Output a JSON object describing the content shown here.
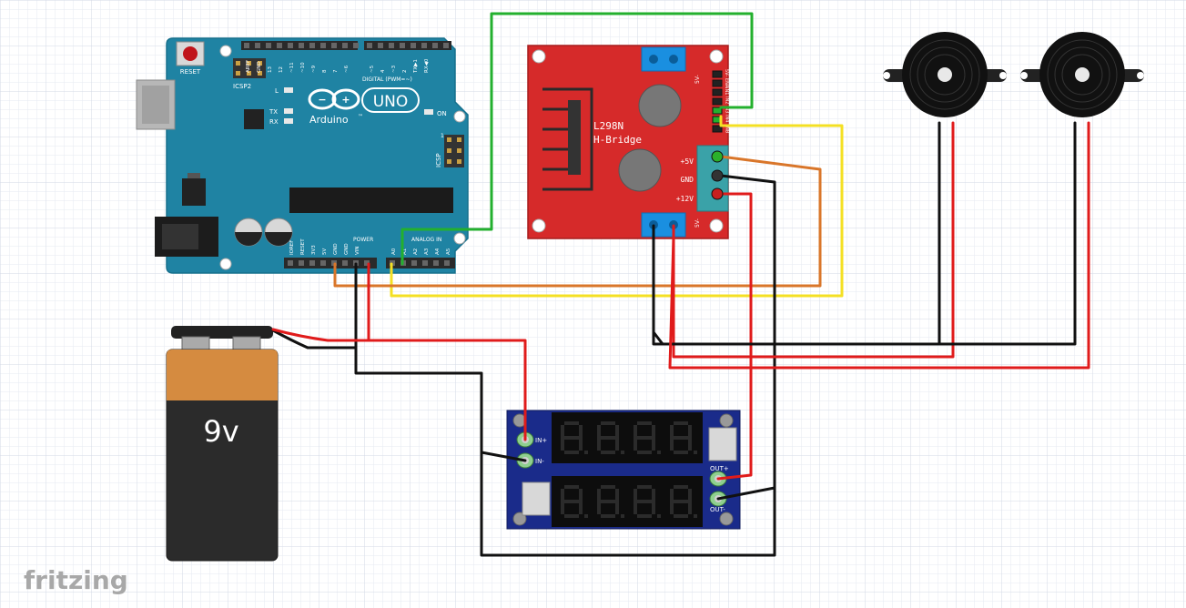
{
  "app": {
    "logo_text": "fritzing"
  },
  "arduino": {
    "reset_label": "RESET",
    "icsp2_label": "ICSP2",
    "icsp_label": "ICSP",
    "brand": "Arduino",
    "brand_mark": "™",
    "model": "UNO",
    "led_l": "L",
    "led_tx": "TX",
    "led_rx": "RX",
    "led_on": "ON",
    "digital_label": "DIGITAL (PWM=~)",
    "digital_pins": [
      "AREF",
      "GND",
      "13",
      "12",
      "~11",
      "~10",
      "~9",
      "8",
      "7",
      "~6",
      "~5",
      "4",
      "~3",
      "2",
      "TX▶1",
      "RX◀0"
    ],
    "power_label": "POWER",
    "analog_label": "ANALOG IN",
    "power_pins": [
      "IOREF",
      "RESET",
      "3V3",
      "5V",
      "GND",
      "GND",
      "VIN"
    ],
    "analog_pins": [
      "A0",
      "A1",
      "A2",
      "A3",
      "A4",
      "A5"
    ],
    "icsp_pin_one": "1"
  },
  "driver": {
    "title_line1": "L298N",
    "title_line2": "H-Bridge",
    "label_5v": "+5V",
    "label_gnd": "GND",
    "label_12v": "+12V",
    "pin_labels": [
      "5V-",
      "ENA",
      "IN1",
      "IN2",
      "IN3",
      "IN4",
      "ENB"
    ],
    "side_label": "5V-"
  },
  "battery": {
    "label": "9v"
  },
  "converter": {
    "in_plus": "IN+",
    "in_minus": "IN-",
    "out_plus": "OUT+",
    "out_minus": "OUT-"
  },
  "colors": {
    "arduino_board": "#1f83a3",
    "driver_board": "#d62a2a",
    "wire_red": "#e01b1b",
    "wire_black": "#111111",
    "wire_green": "#23b02e",
    "wire_yellow": "#f4e024",
    "wire_orange": "#d9762a",
    "battery_copper": "#d58b40",
    "converter_board": "#1a2b8a"
  }
}
